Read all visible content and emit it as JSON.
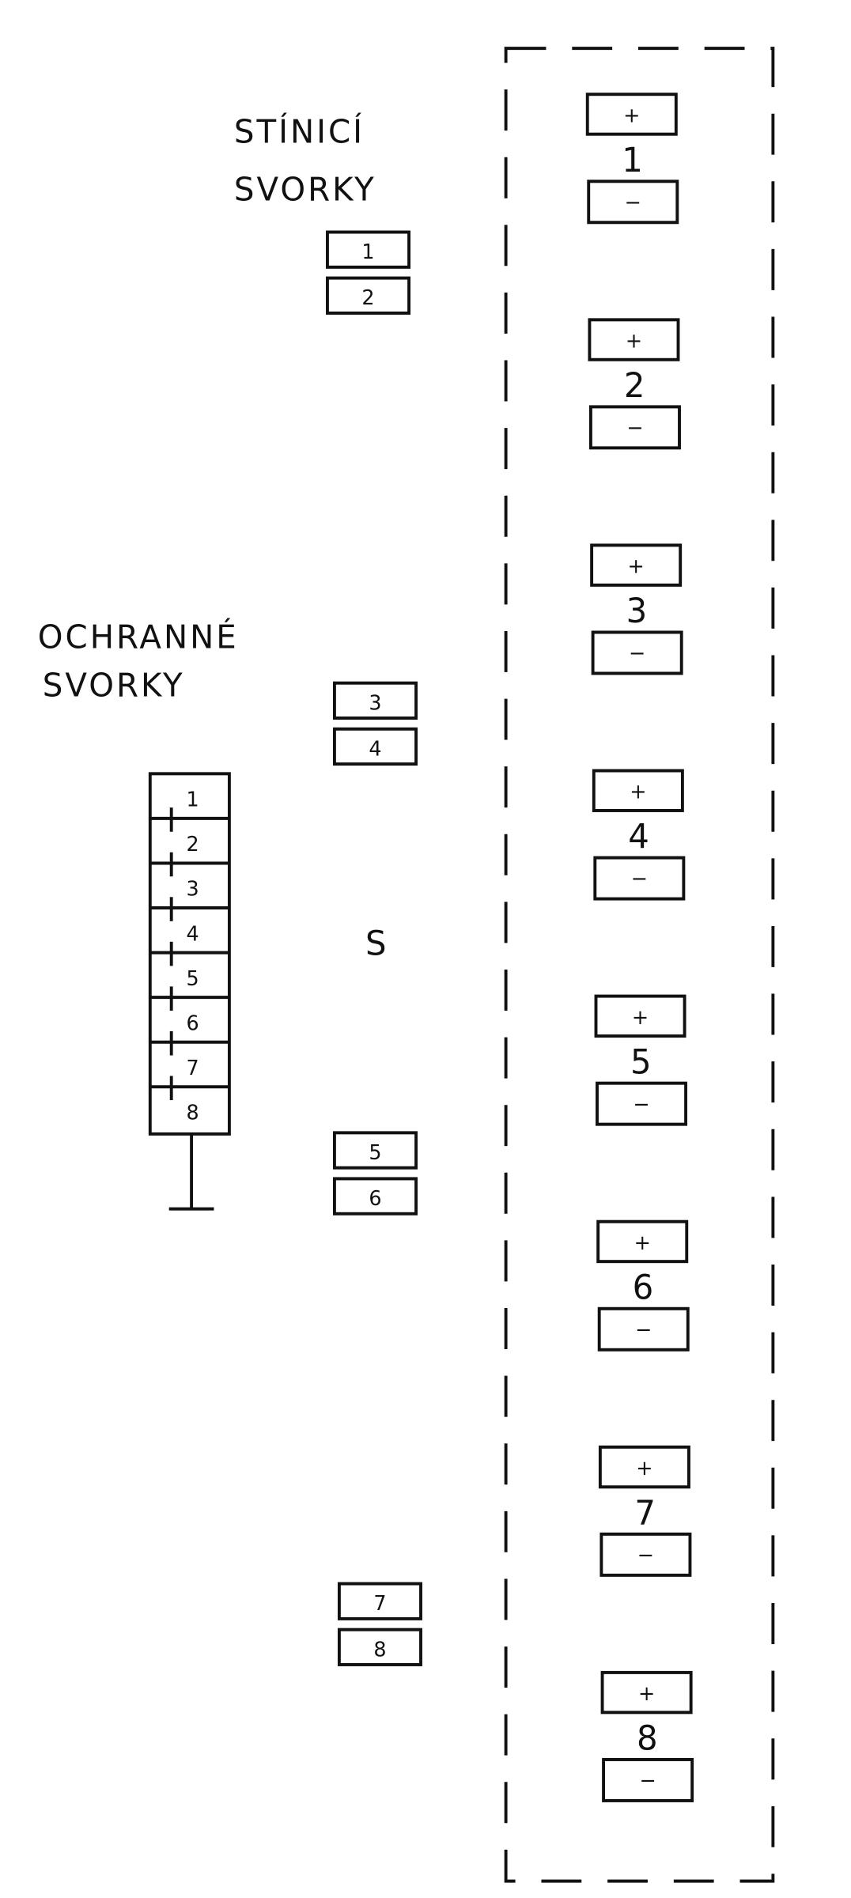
{
  "shield_terminals": {
    "title_line1": "STÍNICÍ",
    "title_line2": "SVORKY",
    "labels": [
      "1",
      "2",
      "3",
      "4",
      "5",
      "6",
      "7",
      "8"
    ]
  },
  "protective_terminals": {
    "title_line1": "OCHRANNÉ",
    "title_line2": "SVORKY",
    "labels": [
      "1",
      "2",
      "3",
      "4",
      "5",
      "6",
      "7",
      "8"
    ]
  },
  "center_label": "S",
  "channels": [
    {
      "number": "1",
      "plus": "+",
      "minus": "−"
    },
    {
      "number": "2",
      "plus": "+",
      "minus": "−"
    },
    {
      "number": "3",
      "plus": "+",
      "minus": "−"
    },
    {
      "number": "4",
      "plus": "+",
      "minus": "−"
    },
    {
      "number": "5",
      "plus": "+",
      "minus": "−"
    },
    {
      "number": "6",
      "plus": "+",
      "minus": "−"
    },
    {
      "number": "7",
      "plus": "+",
      "minus": "−"
    },
    {
      "number": "8",
      "plus": "+",
      "minus": "−"
    }
  ]
}
